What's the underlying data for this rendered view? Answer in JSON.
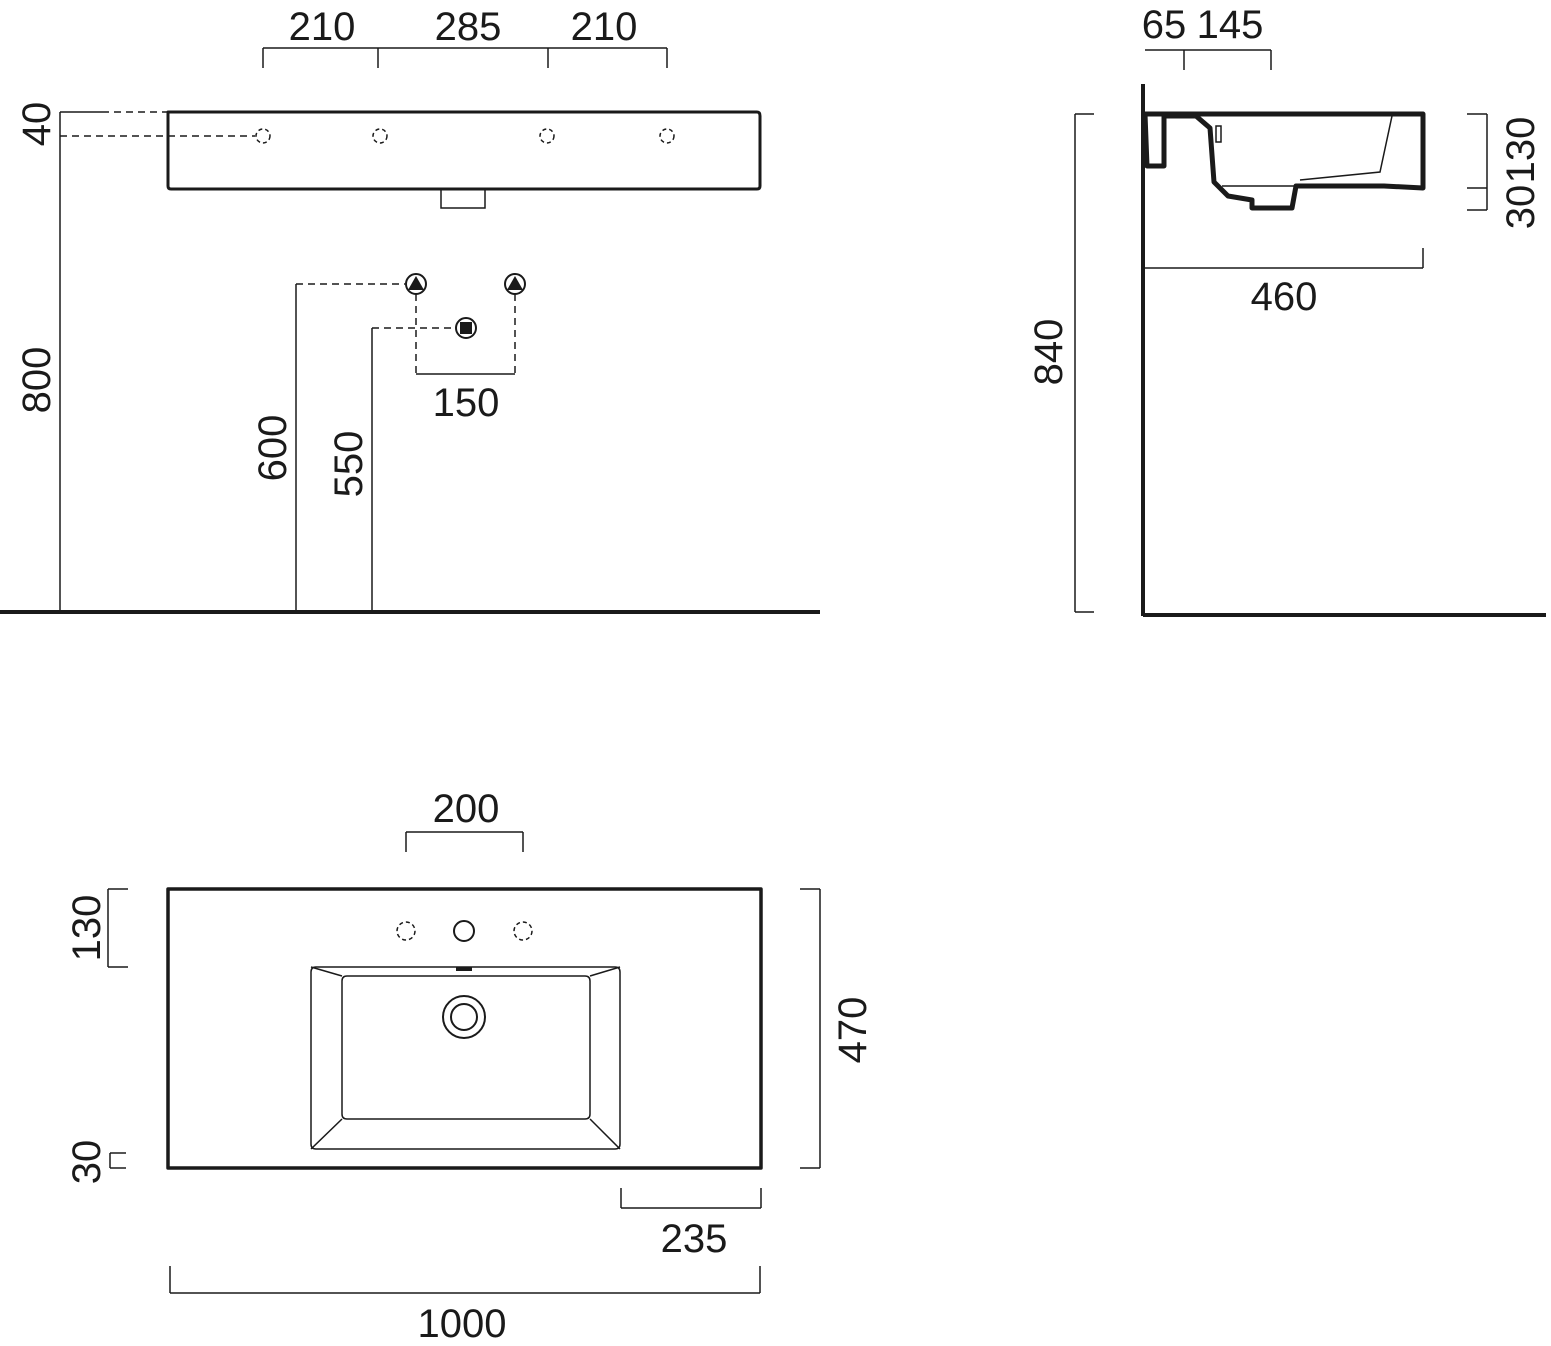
{
  "front_view": {
    "dimensions": {
      "hole_left": "210",
      "hole_middle": "285",
      "hole_right": "210",
      "hole_depth": "40",
      "rim_height": "800",
      "supply_height": "600",
      "waste_height": "550",
      "supply_spacing": "150"
    }
  },
  "side_view": {
    "dimensions": {
      "wall_offset": "65",
      "hole_offset": "145",
      "basin_depth": "130",
      "slab_thickness": "30",
      "projection": "460",
      "total_height": "840"
    }
  },
  "plan_view": {
    "dimensions": {
      "hole_spacing": "200",
      "back_deck": "130",
      "front_edge": "30",
      "depth": "470",
      "side_ledge": "235",
      "width": "1000"
    }
  }
}
